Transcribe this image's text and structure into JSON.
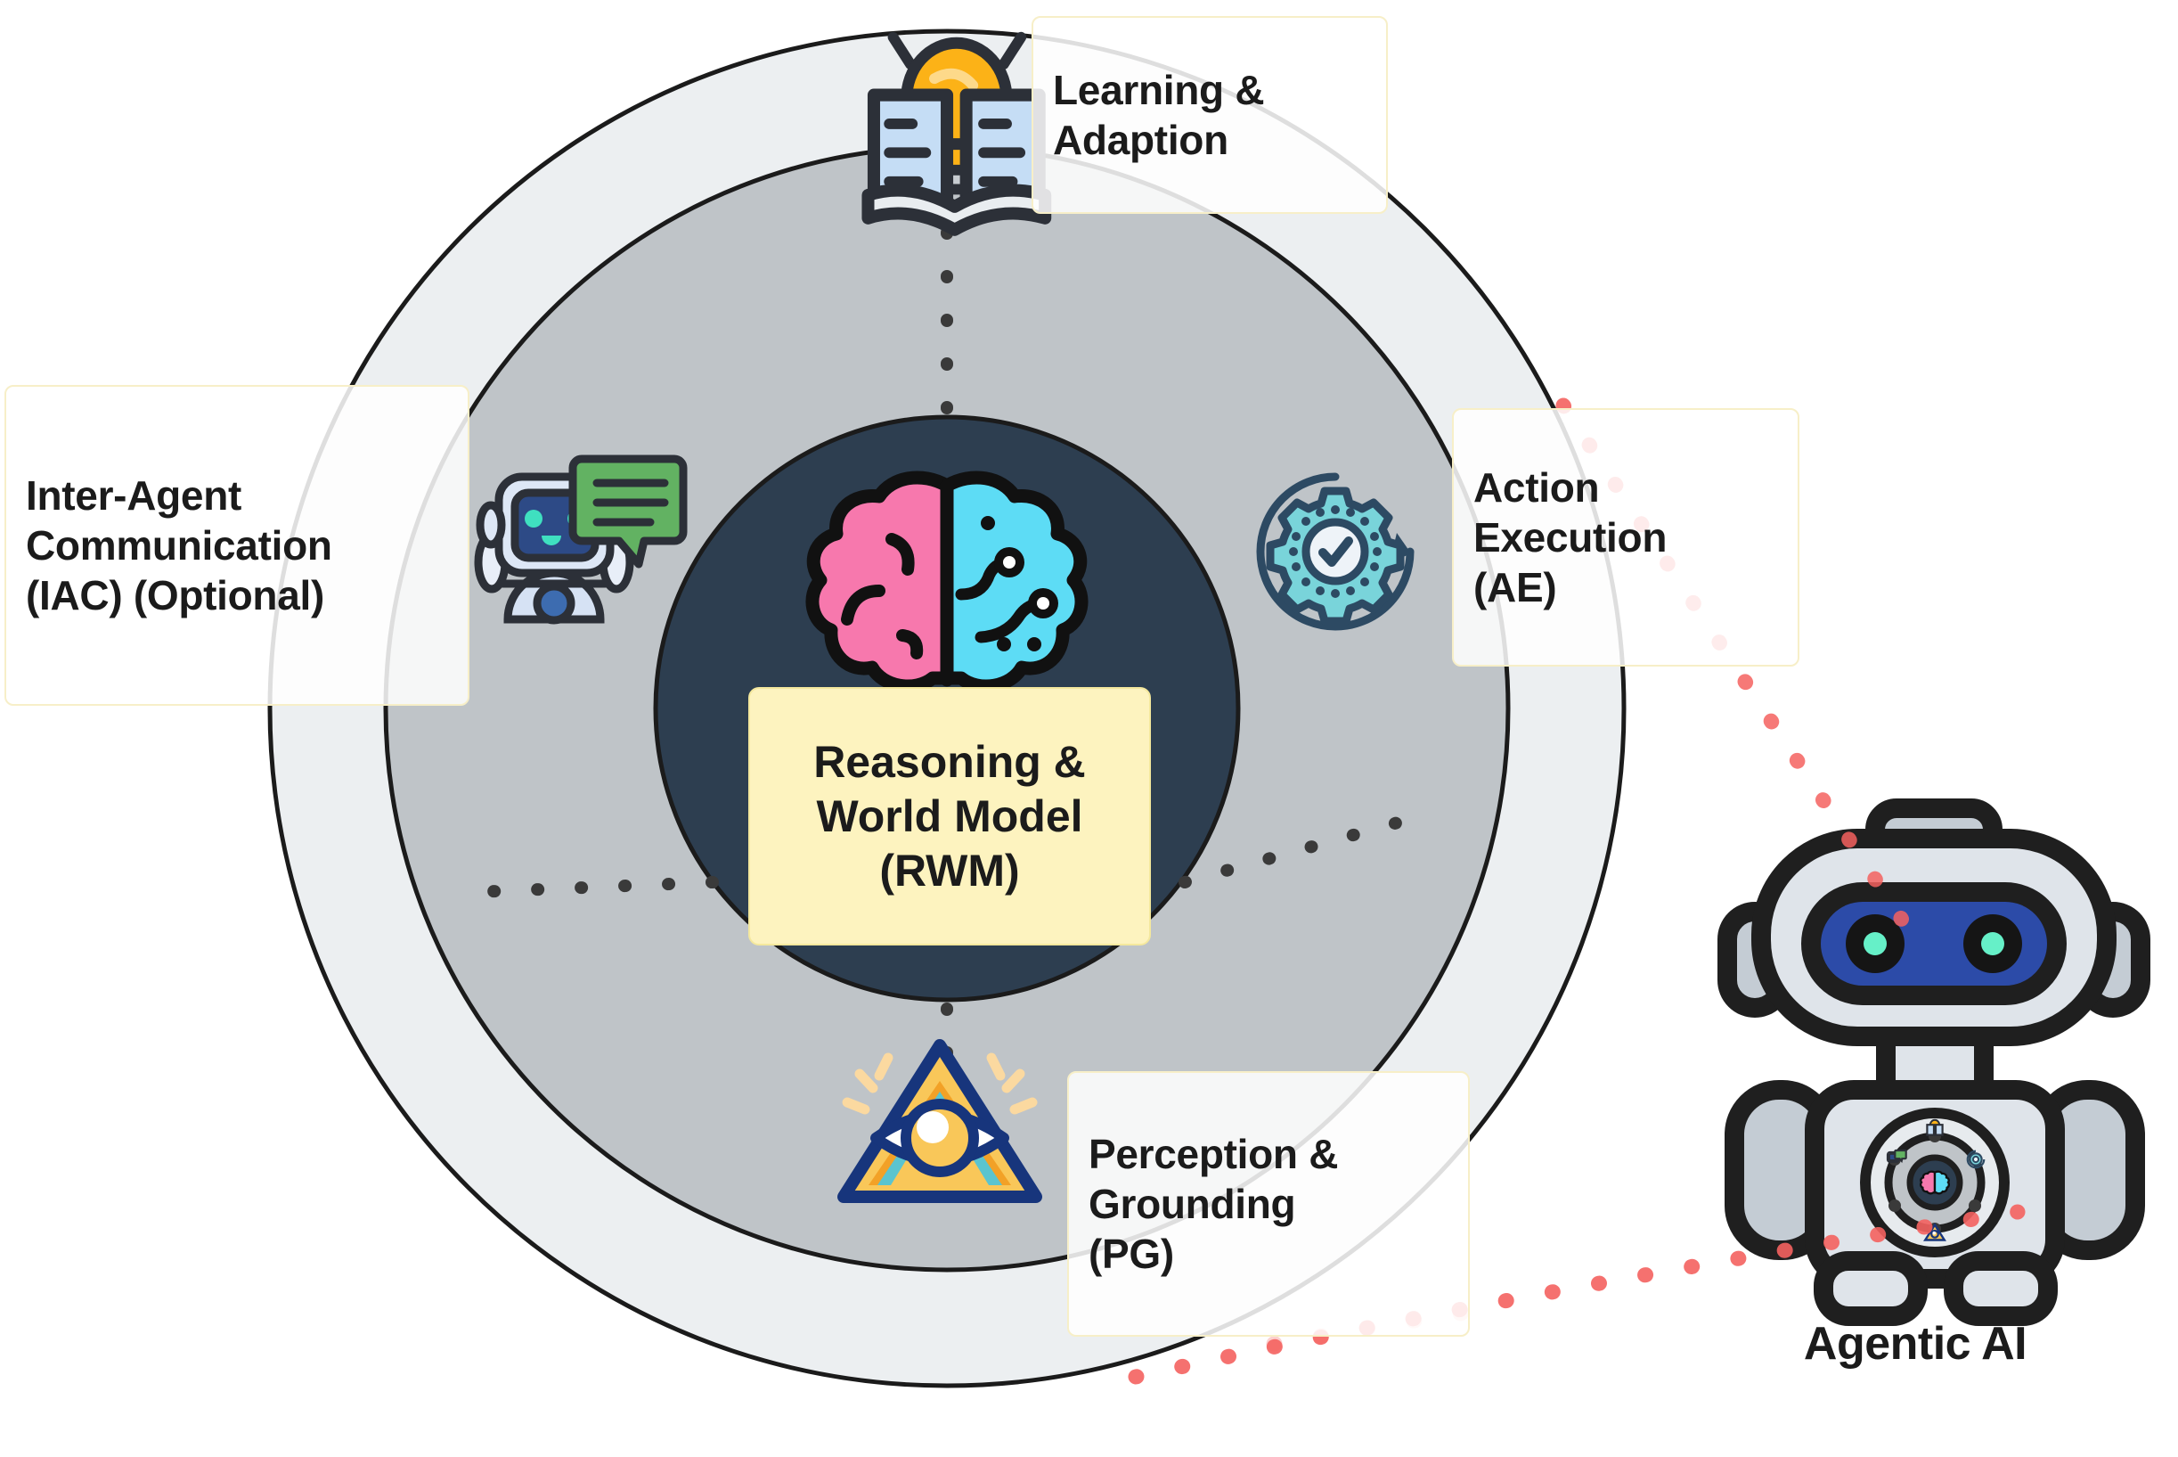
{
  "diagram": {
    "title": "Agentic AI core architecture wheel",
    "center": {
      "label_lines": [
        "Reasoning &",
        "World Model",
        "(RWM)"
      ],
      "icon": "brain-icon",
      "circle_color": "#2d3e50",
      "plaque_color": "#fdf3bf"
    },
    "rings": {
      "outer_fill": "#eceff1",
      "middle_fill": "#bfc4c8",
      "stroke": "#1b1b1b"
    },
    "components": [
      {
        "id": "learning-adaption",
        "label_lines": [
          "Learning &",
          "Adaption"
        ],
        "abbrev": "",
        "icon": "book-lightbulb-icon",
        "position": "top"
      },
      {
        "id": "inter-agent-communication",
        "label_lines": [
          "Inter-Agent",
          "Communication",
          "(IAC) (Optional)"
        ],
        "abbrev": "IAC",
        "icon": "chatbot-speech-bubble-icon",
        "position": "left"
      },
      {
        "id": "action-execution",
        "label_lines": [
          "Action",
          "Execution",
          "(AE)"
        ],
        "abbrev": "AE",
        "icon": "gear-check-cycle-icon",
        "position": "right"
      },
      {
        "id": "perception-grounding",
        "label_lines": [
          "Perception &",
          "Grounding",
          "(PG)"
        ],
        "abbrev": "PG",
        "icon": "pyramid-eye-icon",
        "position": "bottom"
      }
    ],
    "connector_style": {
      "color": "#3a3a3a",
      "style": "dotted"
    },
    "callout_style": {
      "color": "#f4625f",
      "style": "dotted"
    },
    "agentic_ai": {
      "caption": "Agentic AI",
      "icon": "robot-icon",
      "chest_icon": "mini-architecture-wheel-icon"
    }
  }
}
